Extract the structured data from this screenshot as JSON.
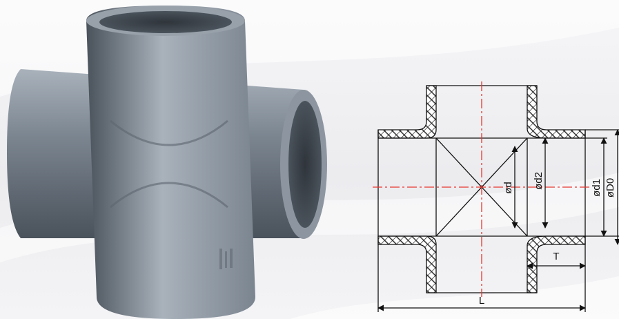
{
  "photo": {
    "subject": "pvc-pipe-cross-fitting",
    "body_color": "#7b8590",
    "body_shadow_color": "#4a525b",
    "body_highlight_color": "#a9b2bb"
  },
  "drawing": {
    "labels": {
      "inner_diameter": "ød",
      "socket_diameter": "ød2",
      "outer_diameter": "ød1",
      "overall_diameter": "øD0",
      "socket_depth": "T",
      "overall_length": "L"
    },
    "colors": {
      "outline": "#111111",
      "centerline": "#e8352e",
      "hatch": "#222222"
    }
  }
}
